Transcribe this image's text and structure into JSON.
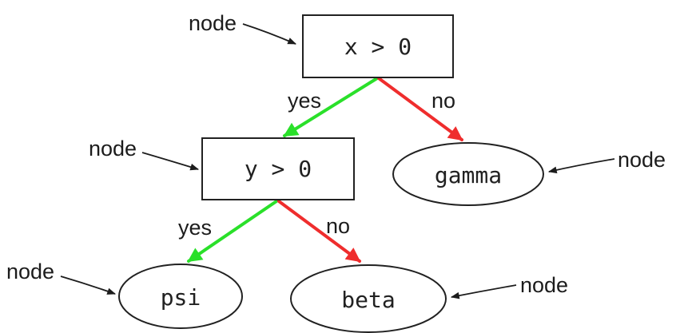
{
  "diagram": {
    "type": "decision-tree-flowchart",
    "annotation_label": "node",
    "colors": {
      "yes_edge": "#2ae02a",
      "no_edge": "#ef2d2d",
      "outline": "#212121",
      "text": "#1c1c1c",
      "background": "#ffffff"
    },
    "nodes": [
      {
        "id": "decision-x",
        "shape": "rectangle",
        "label": "x > 0"
      },
      {
        "id": "decision-y",
        "shape": "rectangle",
        "label": "y > 0"
      },
      {
        "id": "leaf-gamma",
        "shape": "ellipse",
        "label": "gamma"
      },
      {
        "id": "leaf-psi",
        "shape": "ellipse",
        "label": "psi"
      },
      {
        "id": "leaf-beta",
        "shape": "ellipse",
        "label": "beta"
      }
    ],
    "edges": [
      {
        "from": "decision-x",
        "to": "decision-y",
        "label": "yes",
        "color_key": "yes_edge"
      },
      {
        "from": "decision-x",
        "to": "leaf-gamma",
        "label": "no",
        "color_key": "no_edge"
      },
      {
        "from": "decision-y",
        "to": "leaf-psi",
        "label": "yes",
        "color_key": "yes_edge"
      },
      {
        "from": "decision-y",
        "to": "leaf-beta",
        "label": "no",
        "color_key": "no_edge"
      }
    ]
  }
}
